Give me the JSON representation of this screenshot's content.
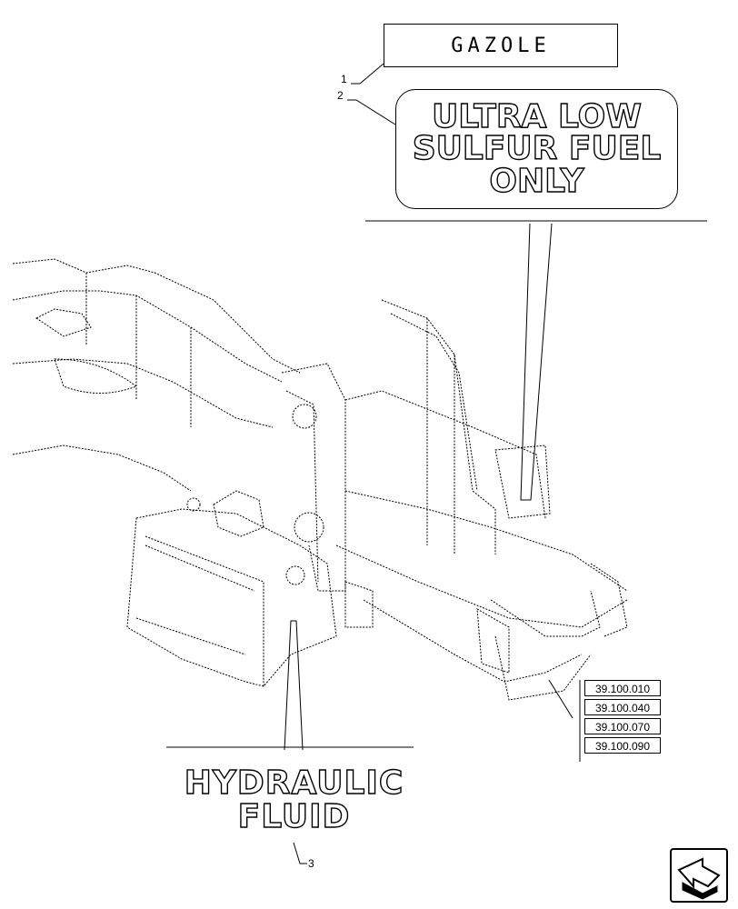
{
  "labels": {
    "gazole": "GAZOLE",
    "ulsf_lines": [
      "ULTRA LOW",
      "SULFUR FUEL",
      "ONLY"
    ],
    "hydraulic_lines": [
      "HYDRAULIC",
      "FLUID"
    ]
  },
  "callouts": {
    "item1": "1",
    "item2": "2",
    "item3": "3"
  },
  "references": [
    "39.100.010",
    "39.100.040",
    "39.100.070",
    "39.100.090"
  ],
  "nav": {
    "icon": "next-page-arrow-icon"
  }
}
